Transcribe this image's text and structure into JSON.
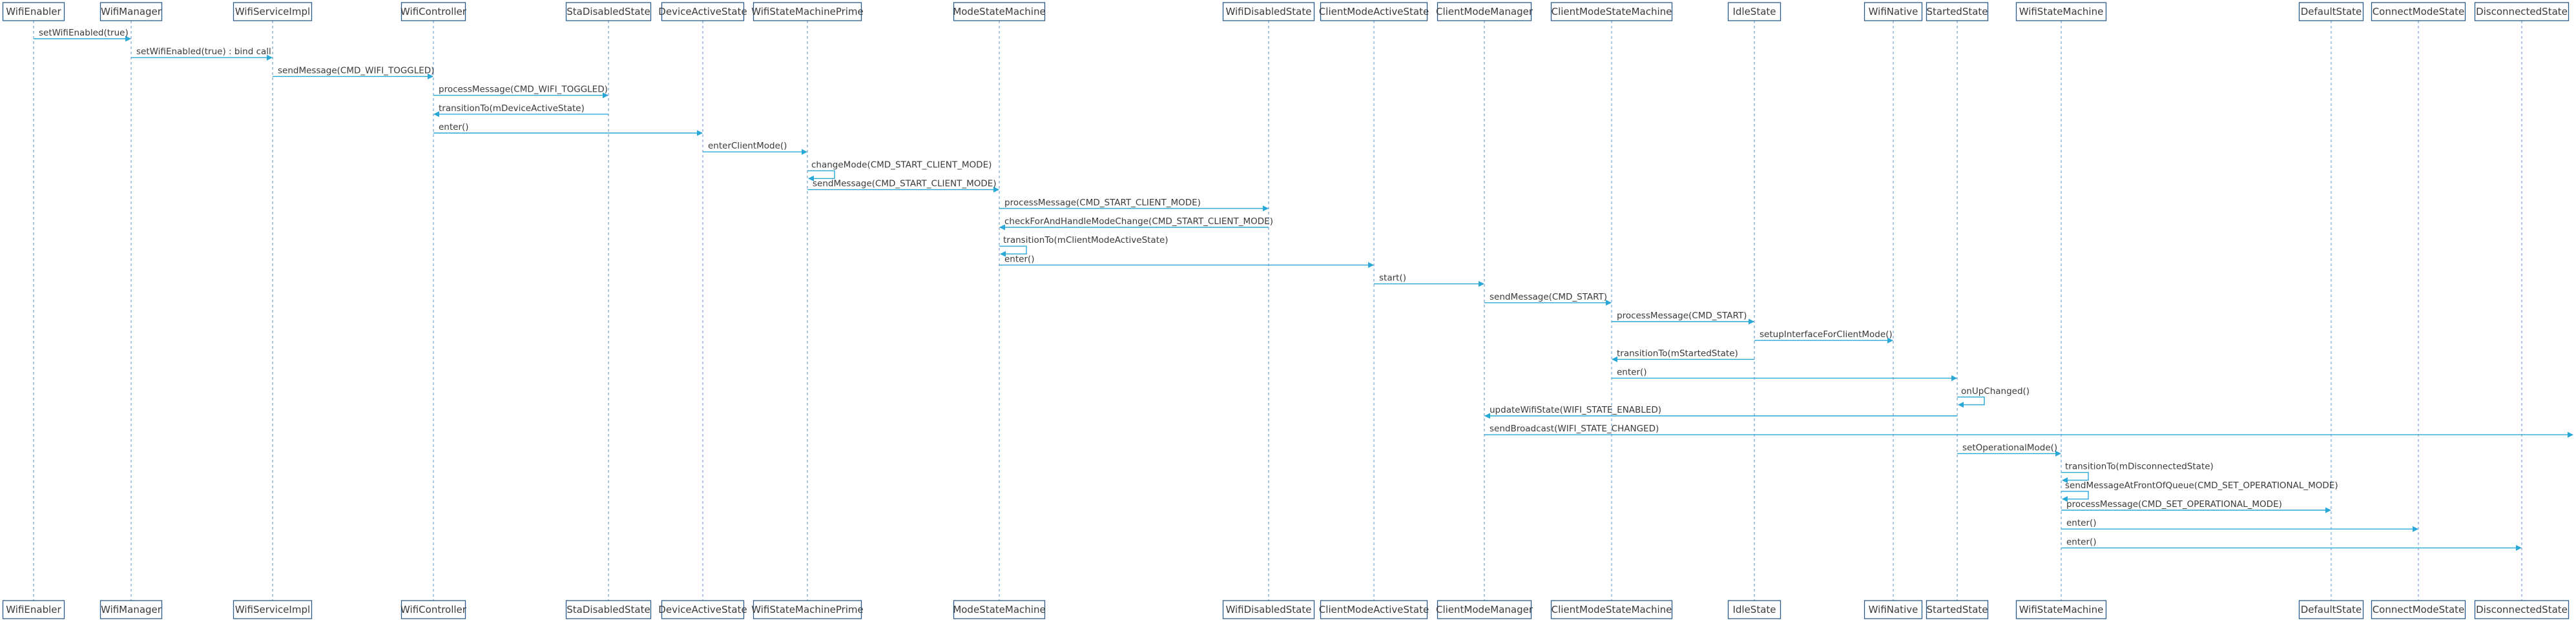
{
  "participants": [
    "WifiEnabler",
    "WifiManager",
    "WifiServiceImpl",
    "WifiController",
    "StaDisabledState",
    "DeviceActiveState",
    "WifiStateMachinePrime",
    "ModeStateMachine",
    "WifiDisabledState",
    "ClientModeActiveState",
    "ClientModeManager",
    "ClientModeStateMachine",
    "IdleState",
    "WifiNative",
    "StartedState",
    "WifiStateMachine",
    "DefaultState",
    "ConnectModeState",
    "DisconnectedState"
  ],
  "messages": [
    {
      "from": "WifiEnabler",
      "to": "WifiManager",
      "label": "setWifiEnabled(true)"
    },
    {
      "from": "WifiManager",
      "to": "WifiServiceImpl",
      "label": "setWifiEnabled(true) : bind call"
    },
    {
      "from": "WifiServiceImpl",
      "to": "WifiController",
      "label": "sendMessage(CMD_WIFI_TOGGLED)"
    },
    {
      "from": "WifiController",
      "to": "StaDisabledState",
      "label": "processMessage(CMD_WIFI_TOGGLED)"
    },
    {
      "from": "StaDisabledState",
      "to": "WifiController",
      "label": "transitionTo(mDeviceActiveState)"
    },
    {
      "from": "WifiController",
      "to": "DeviceActiveState",
      "label": "enter()"
    },
    {
      "from": "DeviceActiveState",
      "to": "WifiStateMachinePrime",
      "label": "enterClientMode()"
    },
    {
      "from": "WifiStateMachinePrime",
      "to": "WifiStateMachinePrime",
      "label": "changeMode(CMD_START_CLIENT_MODE)"
    },
    {
      "from": "WifiStateMachinePrime",
      "to": "ModeStateMachine",
      "label": "sendMessage(CMD_START_CLIENT_MODE)"
    },
    {
      "from": "ModeStateMachine",
      "to": "WifiDisabledState",
      "label": "processMessage(CMD_START_CLIENT_MODE)"
    },
    {
      "from": "WifiDisabledState",
      "to": "ModeStateMachine",
      "label": "checkForAndHandleModeChange(CMD_START_CLIENT_MODE)"
    },
    {
      "from": "ModeStateMachine",
      "to": "ModeStateMachine",
      "label": "transitionTo(mClientModeActiveState)"
    },
    {
      "from": "ModeStateMachine",
      "to": "ClientModeActiveState",
      "label": "enter()"
    },
    {
      "from": "ClientModeActiveState",
      "to": "ClientModeManager",
      "label": "start()"
    },
    {
      "from": "ClientModeManager",
      "to": "ClientModeStateMachine",
      "label": "sendMessage(CMD_START)"
    },
    {
      "from": "ClientModeStateMachine",
      "to": "IdleState",
      "label": "processMessage(CMD_START)"
    },
    {
      "from": "IdleState",
      "to": "WifiNative",
      "label": "setupInterfaceForClientMode()"
    },
    {
      "from": "IdleState",
      "to": "ClientModeStateMachine",
      "label": "transitionTo(mStartedState)"
    },
    {
      "from": "ClientModeStateMachine",
      "to": "StartedState",
      "label": "enter()"
    },
    {
      "from": "StartedState",
      "to": "StartedState",
      "label": "onUpChanged()"
    },
    {
      "from": "StartedState",
      "to": "ClientModeManager",
      "label": "updateWifiState(WIFI_STATE_ENABLED)"
    },
    {
      "from": "ClientModeManager",
      "to": "@right-edge",
      "label": "sendBroadcast(WIFI_STATE_CHANGED)"
    },
    {
      "from": "StartedState",
      "to": "WifiStateMachine",
      "label": "setOperationalMode()"
    },
    {
      "from": "WifiStateMachine",
      "to": "WifiStateMachine",
      "label": "transitionTo(mDisconnectedState)"
    },
    {
      "from": "WifiStateMachine",
      "to": "WifiStateMachine",
      "label": "sendMessageAtFrontOfQueue(CMD_SET_OPERATIONAL_MODE)"
    },
    {
      "from": "WifiStateMachine",
      "to": "DefaultState",
      "label": "processMessage(CMD_SET_OPERATIONAL_MODE)"
    },
    {
      "from": "WifiStateMachine",
      "to": "ConnectModeState",
      "label": "enter()"
    },
    {
      "from": "WifiStateMachine",
      "to": "DisconnectedState",
      "label": "enter()"
    }
  ]
}
